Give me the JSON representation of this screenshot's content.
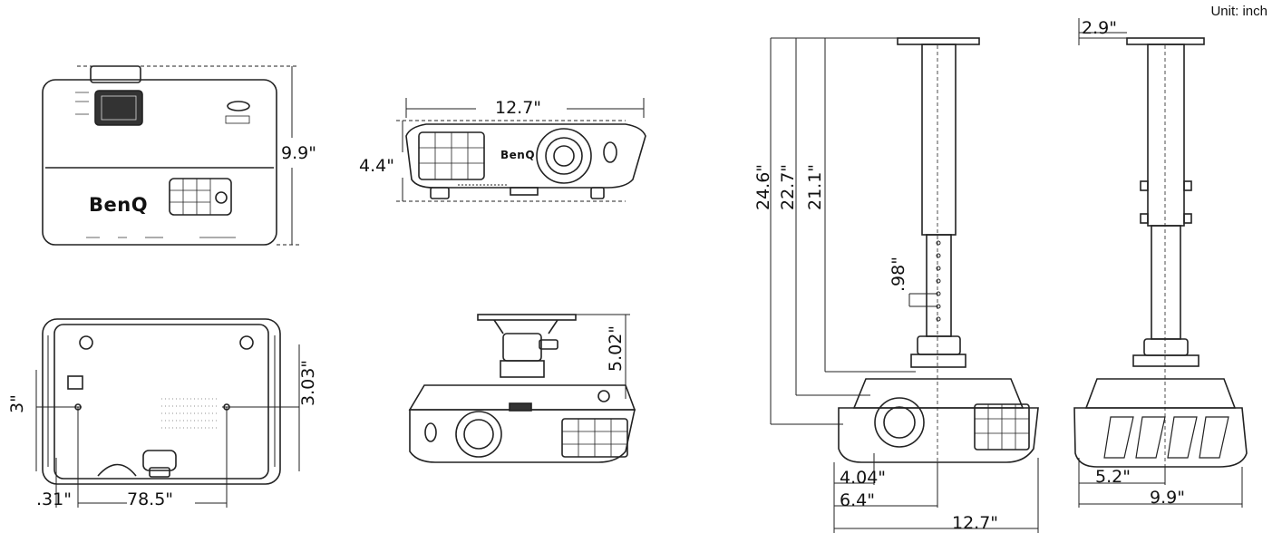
{
  "unit_label": "Unit: inch",
  "brand_logo": "BenQ",
  "dimensions": {
    "top_view_depth": "9.9\"",
    "front_width": "12.7\"",
    "front_height": "4.4\"",
    "bottom_hole_offset": "3\"",
    "bottom_hole_depth": "3.03\"",
    "bottom_left_offset": ".31\"",
    "bottom_hole_span": "78.5\"",
    "mount_plate_height": "5.02\"",
    "mount_total_height": "24.6\"",
    "mount_mid_height": "22.7\"",
    "mount_min_height": "21.1\"",
    "mount_hole_pitch": ".98\"",
    "mount_lens_offset": "4.04\"",
    "mount_center_offset": "6.4\"",
    "mount_width": "12.7\"",
    "side_plate_offset": "2.9\"",
    "side_lens_offset": "5.2\"",
    "side_depth": "9.9\""
  }
}
